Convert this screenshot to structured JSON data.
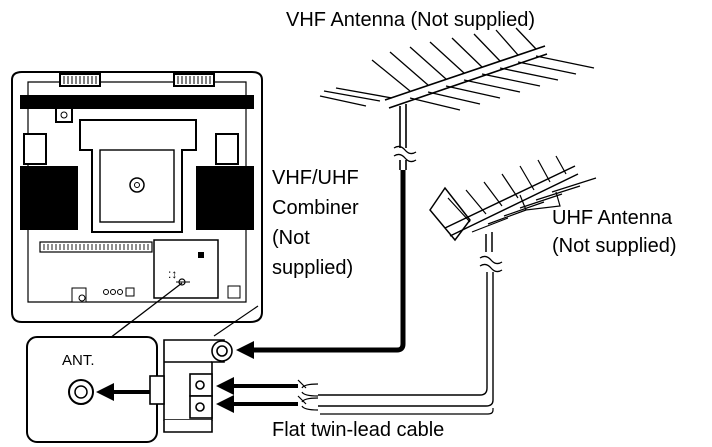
{
  "labels": {
    "vhf_antenna": "VHF Antenna (Not supplied)",
    "combiner_line1": "VHF/UHF",
    "combiner_line2": "Combiner",
    "combiner_line3": "(Not",
    "combiner_line4": "supplied)",
    "uhf_line1": "UHF Antenna",
    "uhf_line2": "(Not supplied)",
    "twin_lead": "Flat twin-lead cable",
    "ant_terminal": "ANT."
  },
  "colors": {
    "line": "#000000",
    "fill": "#ffffff",
    "dark_panel": "#000000"
  }
}
